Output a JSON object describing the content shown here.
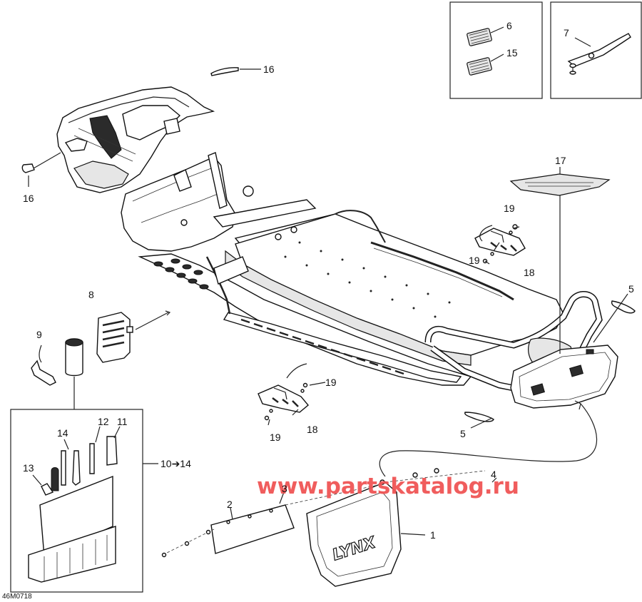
{
  "diagram": {
    "drawing_code": "46M0718",
    "watermark": "www.partskatalog.ru",
    "mudflap_brand": "LYNX",
    "callouts": [
      {
        "id": "c1",
        "label": "1"
      },
      {
        "id": "c2",
        "label": "2"
      },
      {
        "id": "c3",
        "label": "3"
      },
      {
        "id": "c4",
        "label": "4"
      },
      {
        "id": "c5a",
        "label": "5"
      },
      {
        "id": "c5b",
        "label": "5"
      },
      {
        "id": "c6",
        "label": "6"
      },
      {
        "id": "c7",
        "label": "7"
      },
      {
        "id": "c8",
        "label": "8"
      },
      {
        "id": "c9",
        "label": "9"
      },
      {
        "id": "c10",
        "label": "10➔14"
      },
      {
        "id": "c11",
        "label": "11"
      },
      {
        "id": "c12",
        "label": "12"
      },
      {
        "id": "c13",
        "label": "13"
      },
      {
        "id": "c14",
        "label": "14"
      },
      {
        "id": "c15",
        "label": "15"
      },
      {
        "id": "c16a",
        "label": "16"
      },
      {
        "id": "c16b",
        "label": "16"
      },
      {
        "id": "c17",
        "label": "17"
      },
      {
        "id": "c18a",
        "label": "18"
      },
      {
        "id": "c18b",
        "label": "18"
      },
      {
        "id": "c19a",
        "label": "19"
      },
      {
        "id": "c19b",
        "label": "19"
      },
      {
        "id": "c19c",
        "label": "19"
      },
      {
        "id": "c19d",
        "label": "19"
      }
    ]
  }
}
